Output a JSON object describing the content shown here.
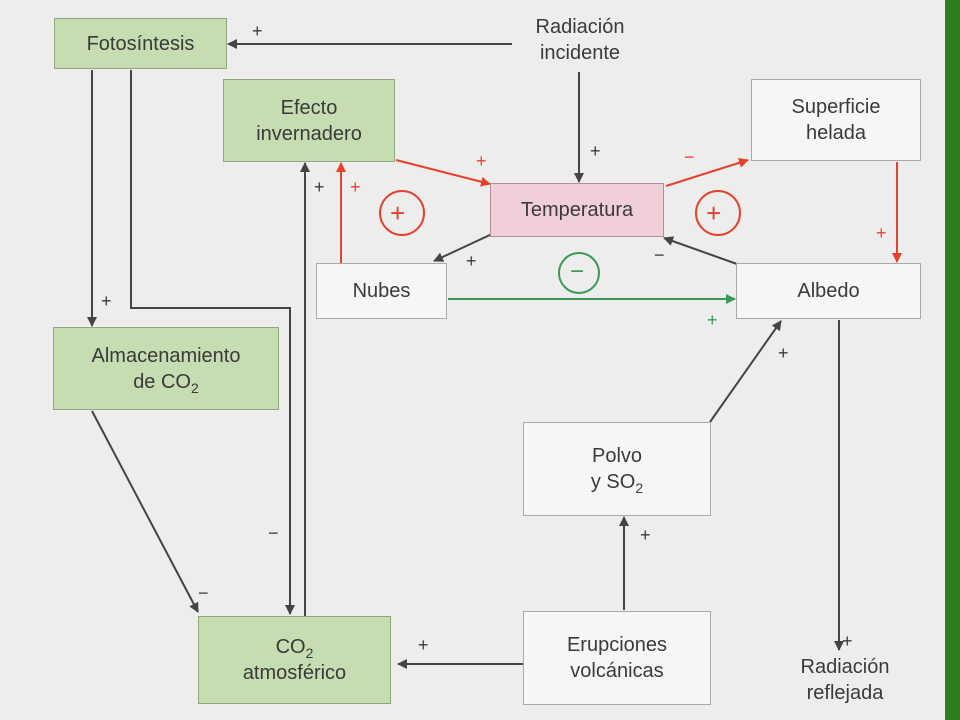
{
  "nodes": {
    "fotosintesis": "Fotosíntesis",
    "radiacion_incidente": [
      "Radiación",
      "incidente"
    ],
    "efecto_invernadero": [
      "Efecto",
      "invernadero"
    ],
    "superficie_helada": [
      "Superficie",
      "helada"
    ],
    "temperatura": "Temperatura",
    "nubes": "Nubes",
    "albedo": "Albedo",
    "almacenamiento": {
      "line1": "Almacenamiento",
      "line2": "de CO",
      "sub": "2"
    },
    "polvo": {
      "line1": "Polvo",
      "line2": "y SO",
      "sub": "2"
    },
    "co2": {
      "line1": "CO",
      "sub": "2",
      "line2": "atmosférico"
    },
    "erupciones": [
      "Erupciones",
      "volcánicas"
    ],
    "radiacion_reflejada": [
      "Radiación",
      "reflejada"
    ]
  },
  "loops": {
    "left": "+",
    "right": "+",
    "center": "−"
  },
  "signs": {
    "rad_to_foto": "+",
    "rad_to_temp": "+",
    "foto_to_alm": "+",
    "efecto_to_temp": "+",
    "temp_to_sup": "−",
    "sup_to_alb": "+",
    "nubes_to_efecto": "+",
    "co2_to_efecto": "+",
    "temp_to_nubes": "+",
    "alb_to_temp": "−",
    "nubes_to_alb": "+",
    "polvo_to_alb": "+",
    "erup_to_polvo": "+",
    "erup_to_co2": "+",
    "alm_to_co2": "−",
    "co2_to_foto": "−",
    "alb_to_reflejada": "+"
  },
  "colors": {
    "green_box": "#c5ddb0",
    "pink_box": "#f1cfd8",
    "arrow_dark": "#444444",
    "arrow_red": "#e5412b",
    "arrow_green": "#3a9a55"
  }
}
